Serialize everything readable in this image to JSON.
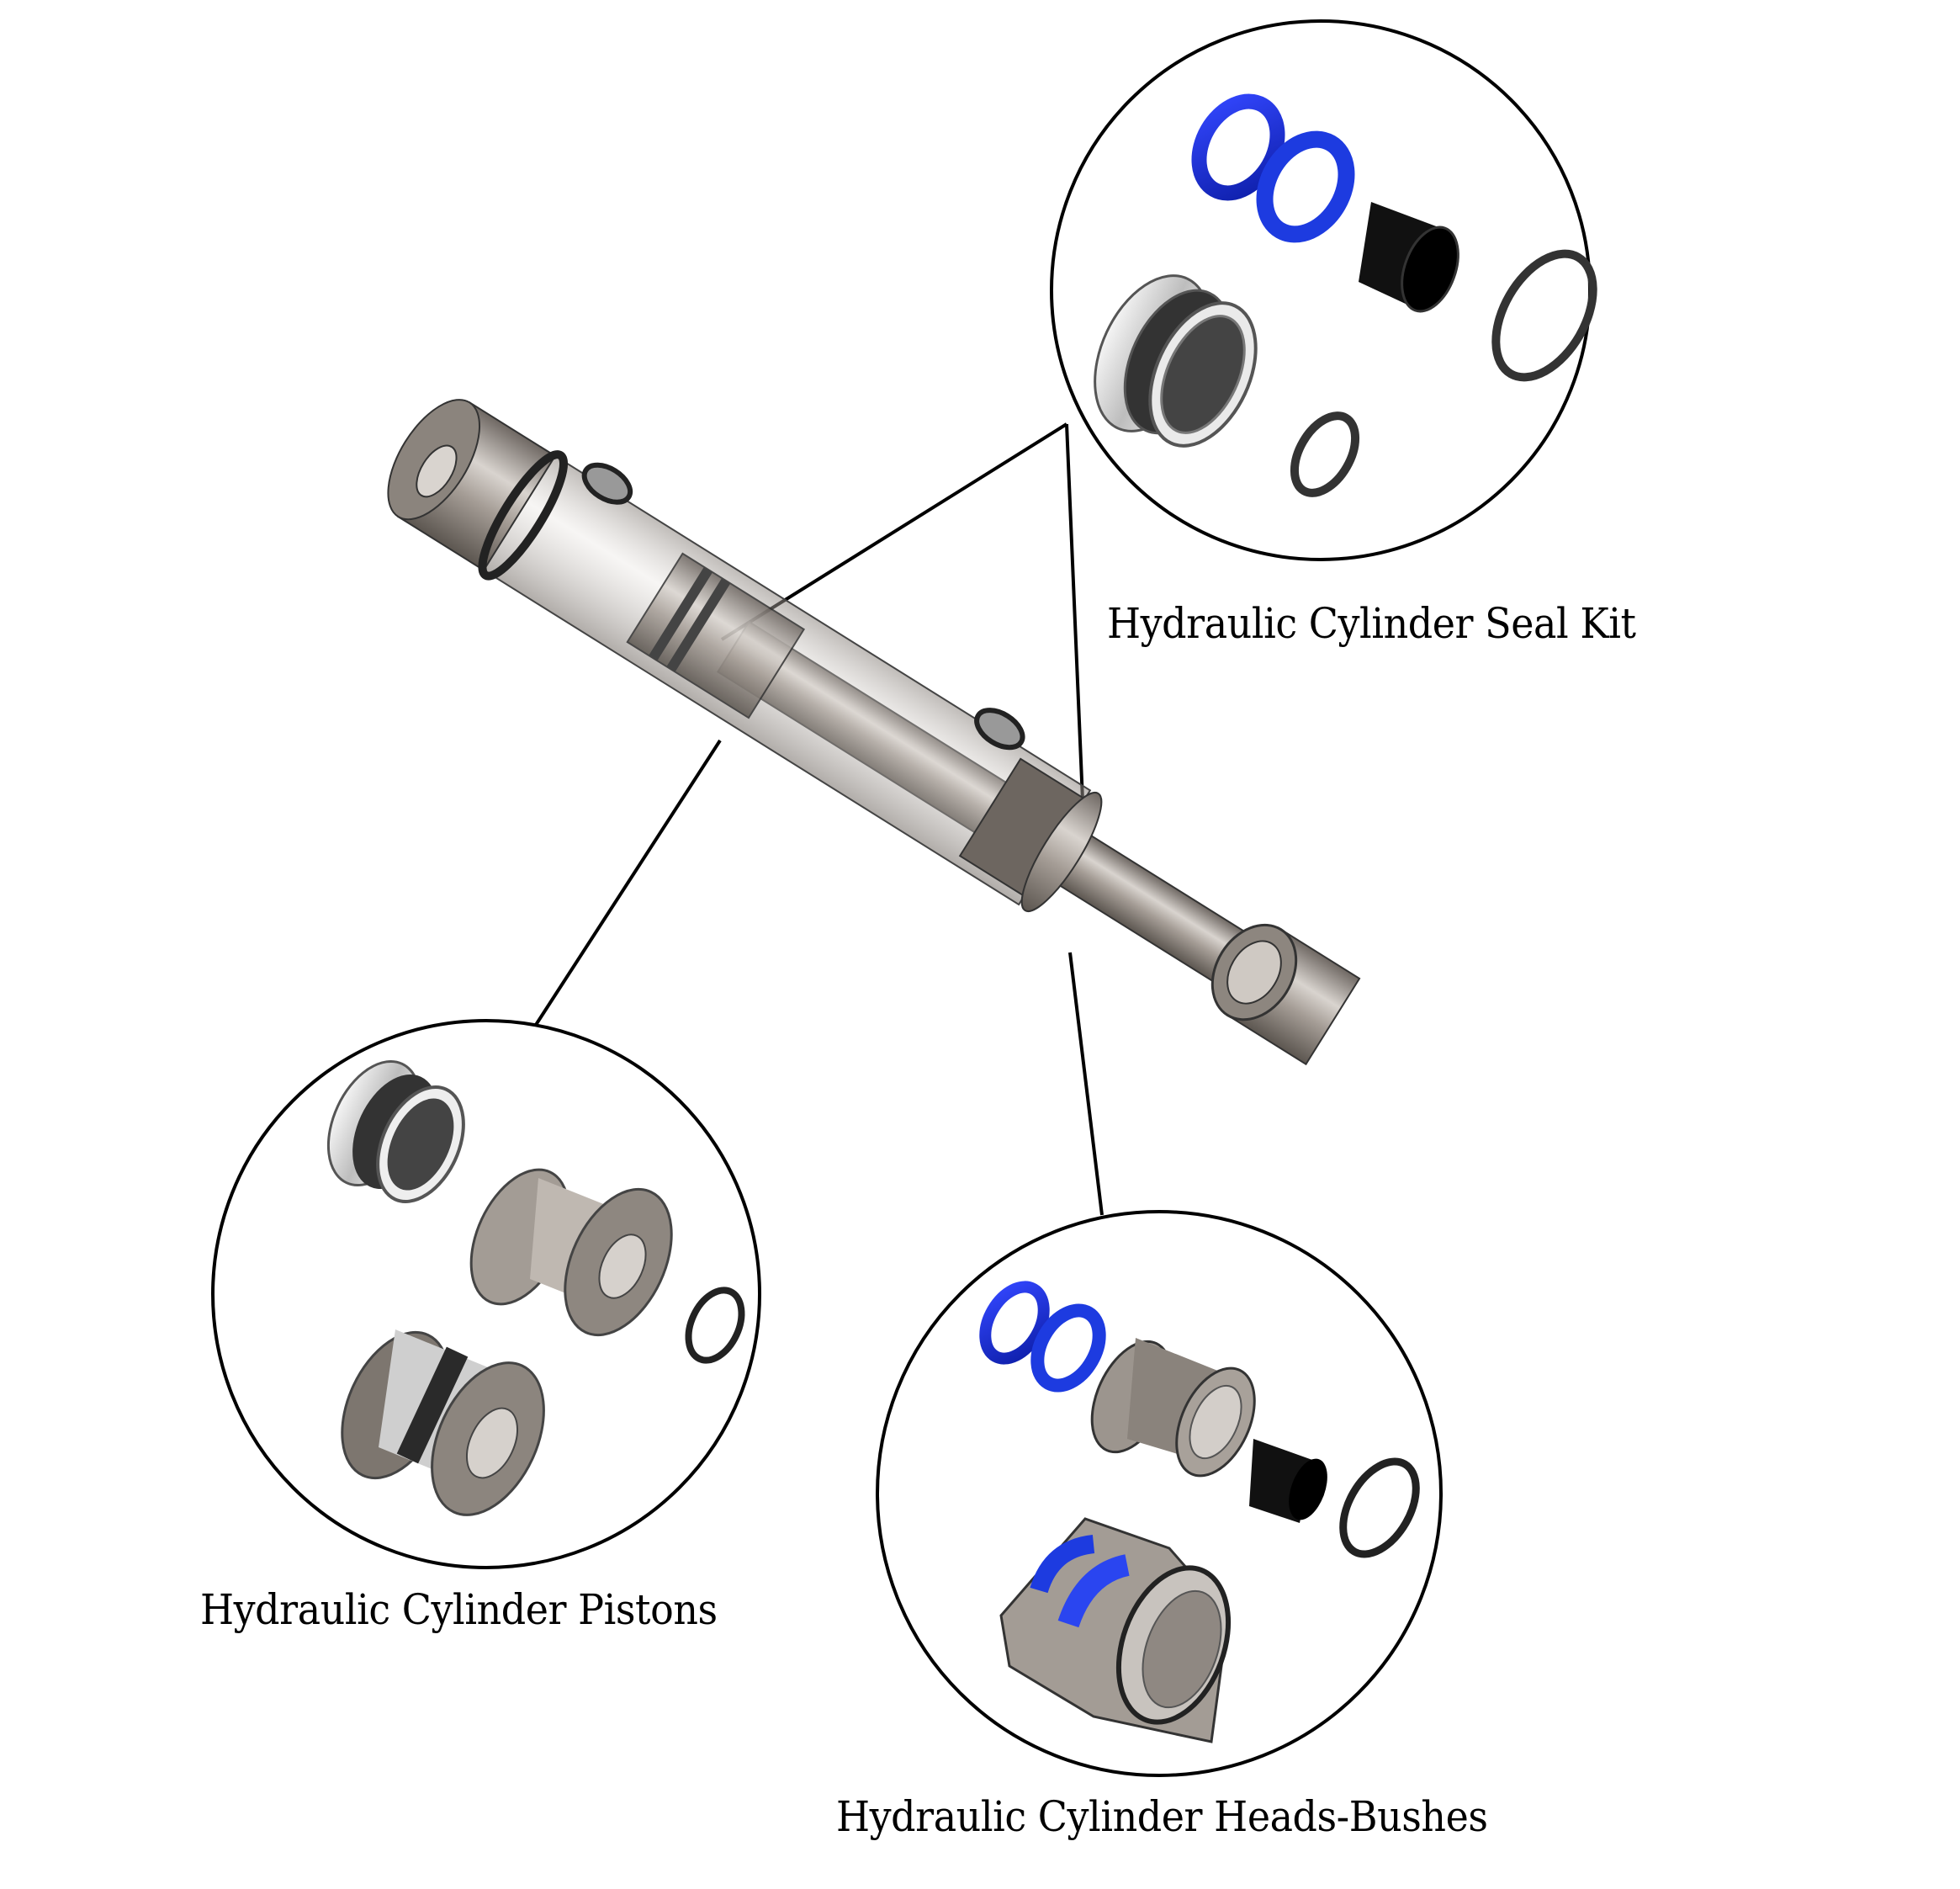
{
  "diagram": {
    "title": "Hydraulic cylinder exploded parts callout",
    "callouts": [
      {
        "id": "seal-kit",
        "label": "Hydraulic Cylinder Seal  Kit",
        "parts": [
          "blue wiper seal",
          "blue rod seal",
          "black guide bushing",
          "large o-ring",
          "piston seal assembly",
          "small o-ring"
        ]
      },
      {
        "id": "pistons",
        "label": "Hydraulic Cylinder Pistons",
        "parts": [
          "piston seal ring",
          "piston body",
          "assembled piston",
          "o-ring"
        ]
      },
      {
        "id": "heads-bushes",
        "label": "Hydraulic Cylinder Heads-Bushes",
        "parts": [
          "blue wiper seal",
          "blue rod seal",
          "threaded gland head",
          "black bushing",
          "o-ring",
          "sectioned gland assembly"
        ]
      }
    ],
    "colors": {
      "seal_blue": "#1a2fd6",
      "steel": "#9a938c",
      "black_rubber": "#111111",
      "line": "#000000"
    }
  }
}
